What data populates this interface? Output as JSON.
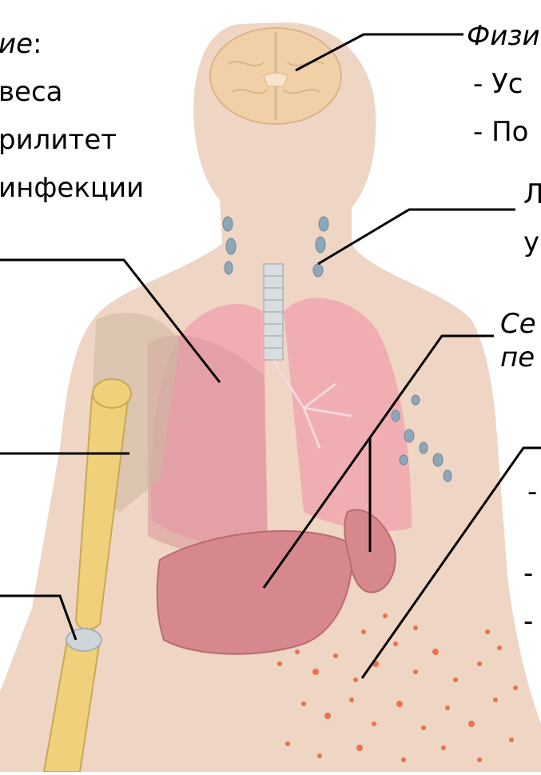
{
  "labels": {
    "general_tail": "ие",
    "general_colon": ":",
    "weight": "веса",
    "febrile": "рилитет",
    "infections": "инфекции",
    "physical_title": "Физи",
    "physical_item1": "- Ус",
    "physical_item2": "- По",
    "lymph_line1": "Л",
    "lymph_line2": "у",
    "spleen_line1": "Се",
    "spleen_line2": "пе",
    "skin_item1": "-",
    "skin_item2": "-",
    "skin_item3": "-"
  },
  "colors": {
    "skin": "#efd5c3",
    "lung": "#f0a7b0",
    "liver": "#d7888e",
    "bone": "#f0d07a",
    "lymph_node": "#8ea7b8",
    "petechia": "#e8734d",
    "leader_line": "#000000"
  }
}
